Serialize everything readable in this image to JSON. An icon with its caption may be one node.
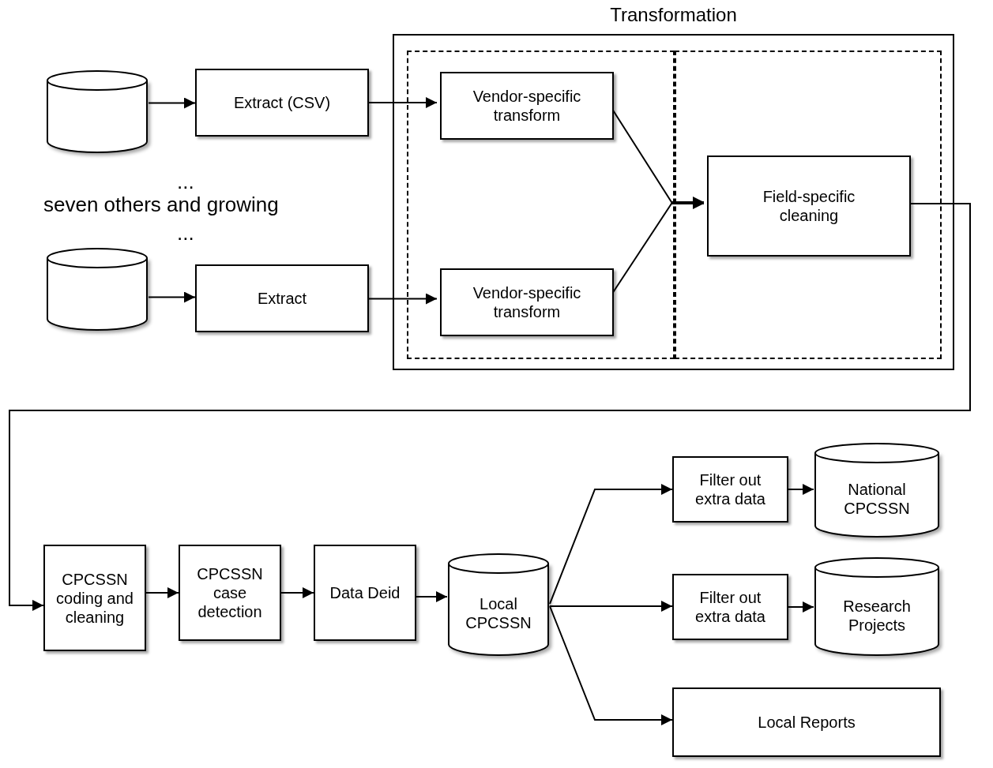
{
  "diagram": {
    "nodes": [
      {
        "text": [
          "Transformation"
        ]
      },
      {
        "text": [],
        "shape": "box",
        "in": 0
      },
      {
        "text": [],
        "shape": "box",
        "in": 0
      },
      {
        "text": [],
        "shape": "cylinder"
      },
      {
        "text": [
          "Extract (CSV)"
        ]
      },
      {
        "text": [
          "Vendor-specific transform"
        ],
        "in": 1
      },
      {
        "text": [],
        "shape": "cylinder"
      },
      {
        "text": [
          "Extract"
        ]
      },
      {
        "text": [
          "Vendor-specific transform"
        ],
        "in": 1
      },
      {
        "text": [
          "Field-specific cleaning"
        ],
        "in": 2
      },
      {
        "text": [
          "CPCSSN coding and cleaning"
        ]
      },
      {
        "text": [
          "CPCSSN case detection"
        ]
      },
      {
        "text": [
          "Data Deid"
        ]
      },
      {
        "text": [
          "Local CPCSSN"
        ]
      },
      {
        "text": [
          "Filter out extra data"
        ]
      },
      {
        "text": [
          "National CPCSSN"
        ]
      },
      {
        "text": [
          "Filter out extra data"
        ]
      },
      {
        "text": [
          "Research Projects"
        ]
      },
      {
        "text": [
          "Local Reports"
        ]
      }
    ],
    "edges": [
      {
        "from": 3,
        "to": 4,
        "arrow": "to"
      },
      {
        "from": 4,
        "to": 5,
        "arrow": "to"
      },
      {
        "from": 6,
        "to": 7,
        "arrow": "to"
      },
      {
        "from": 7,
        "to": 8,
        "arrow": "to"
      },
      {
        "from": 5,
        "to": 9,
        "arrow": "to"
      },
      {
        "from": 8,
        "to": 9,
        "arrow": "to"
      },
      {
        "from": 9,
        "to": 10,
        "arrow": "to"
      },
      {
        "from": 10,
        "to": 11,
        "arrow": "to"
      },
      {
        "from": 11,
        "to": 12,
        "arrow": "to"
      },
      {
        "from": 12,
        "to": 13,
        "arrow": "to"
      },
      {
        "from": 13,
        "to": 14,
        "arrow": "to"
      },
      {
        "from": 13,
        "to": 16,
        "arrow": "to"
      },
      {
        "from": 13,
        "to": 18,
        "arrow": "to"
      },
      {
        "from": 14,
        "to": 15,
        "arrow": "to"
      },
      {
        "from": 16,
        "to": 17,
        "arrow": "to"
      }
    ],
    "labels": [
      "...",
      "seven others and growing",
      "..."
    ]
  }
}
